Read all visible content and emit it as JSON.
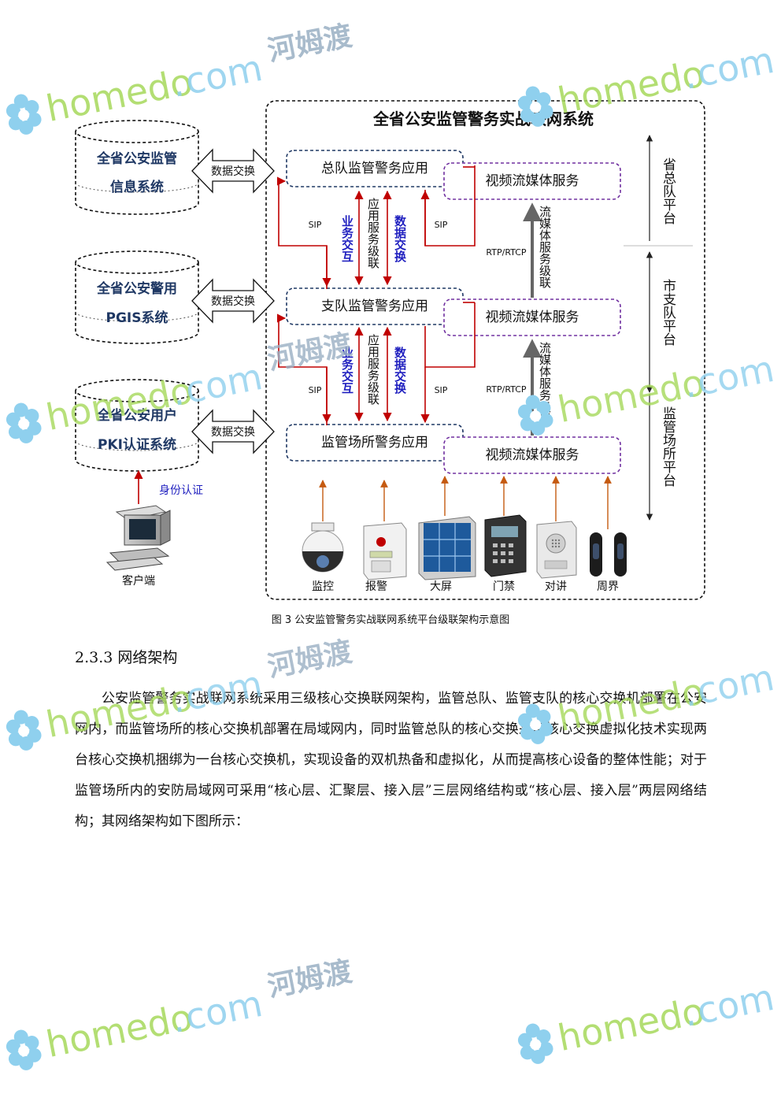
{
  "diagram": {
    "title": "全省公安监管警务实战联网系统",
    "databases": [
      {
        "line1": "全省公安监管",
        "line2": "信息系统"
      },
      {
        "line1": "全省公安警用",
        "line2": "PGIS系统"
      },
      {
        "line1": "全省公安用户",
        "line2": "PKI认证系统"
      }
    ],
    "exchange_label": "数据交换",
    "apps": [
      "总队监管警务应用",
      "支队监管警务应用",
      "监管场所警务应用"
    ],
    "media_service": "视频流媒体服务",
    "sip": "SIP",
    "rtp": "RTP/RTCP",
    "biz_interaction": "业务交互",
    "app_cascade": "应用服务级联",
    "data_exchange": "数据交换",
    "media_cascade": "流媒体服务级联",
    "levels": [
      "省总队平台",
      "市支队平台",
      "监管场所平台"
    ],
    "auth_label": "身份认证",
    "client_label": "客户端",
    "devices": [
      "监控",
      "报警",
      "大屏",
      "门禁",
      "对讲",
      "周界"
    ],
    "colors": {
      "blue_border": "#1f3864",
      "purple_border": "#7030a0",
      "red_arrow": "#c00000",
      "orange_arrow": "#c55a11",
      "blue_text": "#1f1fbf"
    }
  },
  "caption": "图 3 公安监管警务实战联网系统平台级联架构示意图",
  "section": {
    "heading": "2.3.3 网络架构",
    "paragraph": "公安监管警务实战联网系统采用三级核心交换联网架构，监管总队、监管支队的核心交换机部署在公安网内，而监管场所的核心交换机部署在局域网内，同时监管总队的核心交换采用核心交换虚拟化技术实现两台核心交换机捆绑为一台核心交换机，实现设备的双机热备和虚拟化，从而提高核心设备的整体性能；对于监管场所内的安防局域网可采用“核心层、汇聚层、接入层”三层网络结构或“核心层、接入层”两层网络结构；其网络架构如下图所示："
  },
  "watermark": {
    "brand": "homedo",
    "dot": ".",
    "com": "com",
    "cn": "河姆渡"
  }
}
